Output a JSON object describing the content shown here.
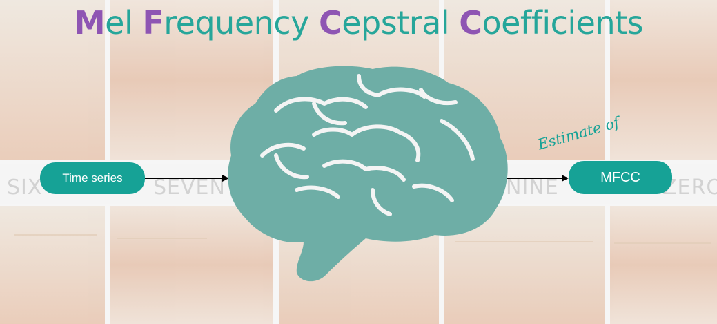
{
  "title": {
    "parts": [
      {
        "text": "M",
        "highlight": true
      },
      {
        "text": "el ",
        "highlight": false
      },
      {
        "text": "F",
        "highlight": true
      },
      {
        "text": "requency ",
        "highlight": false
      },
      {
        "text": "C",
        "highlight": true
      },
      {
        "text": "epstral ",
        "highlight": false
      },
      {
        "text": "C",
        "highlight": true
      },
      {
        "text": "oefficients",
        "highlight": false
      }
    ]
  },
  "background_words": {
    "six": "SIX",
    "seven": "SEVEN",
    "nine": "NINE",
    "zero": "ZERO"
  },
  "flow": {
    "input_label": "Time series",
    "output_label": "MFCC",
    "annotation": "Estimate of"
  },
  "colors": {
    "teal": "#16a296",
    "title_teal": "#26a69a",
    "purple": "#8e55b3",
    "brain": "#6eaea6"
  },
  "icons": {
    "center": "brain-icon"
  }
}
